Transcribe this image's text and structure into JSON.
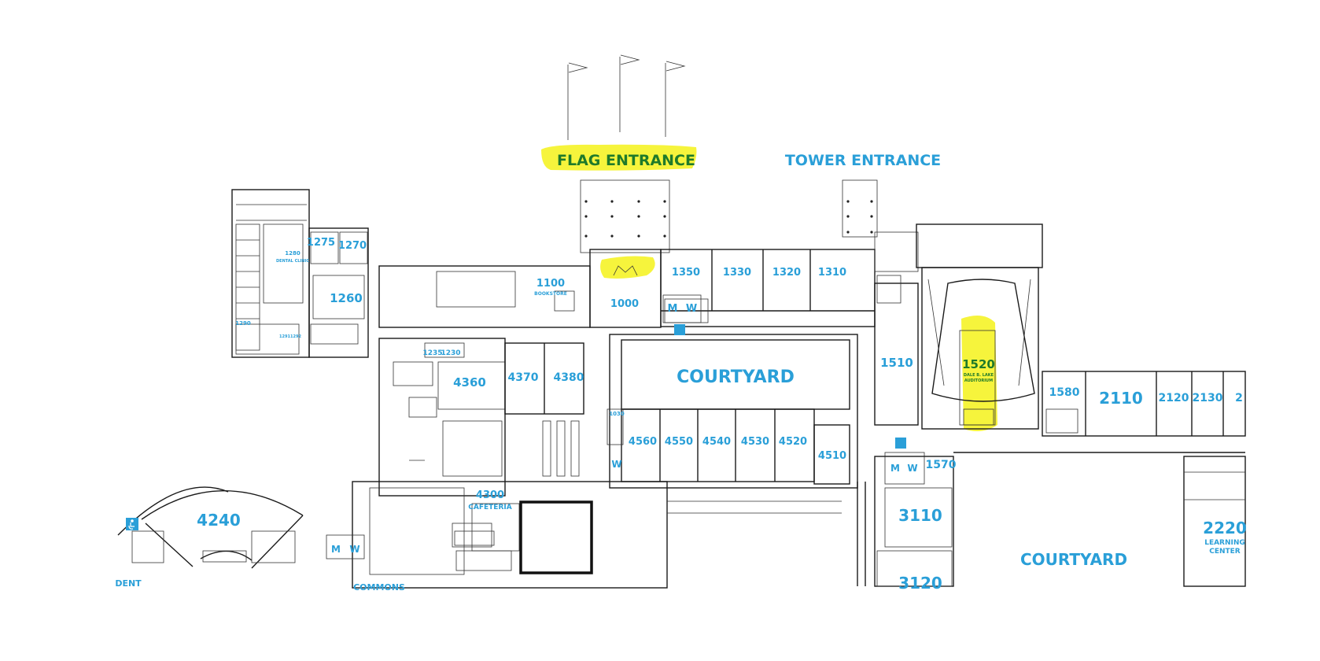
{
  "entrances": {
    "flag": "FLAG ENTRANCE",
    "tower": "TOWER ENTRANCE"
  },
  "courtyards": {
    "north": "COURTYARD",
    "south": "COURTYARD"
  },
  "rooms": {
    "r1275": "1275",
    "r1270": "1270",
    "r1280": "1280",
    "r1280_sub": "DENTAL CLINIC",
    "r1260": "1260",
    "r1290": "1290",
    "r1291": "1291",
    "r1292": "1292",
    "r1100": "1100",
    "r1100_sub": "BOOKSTORE",
    "r1000": "1000",
    "r1350": "1350",
    "r1330": "1330",
    "r1320": "1320",
    "r1310": "1310",
    "r1235": "1235",
    "r1230": "1230",
    "r4360": "4360",
    "r4370": "4370",
    "r4380": "4380",
    "r1030": "1030",
    "r4560": "4560",
    "r4550": "4550",
    "r4540": "4540",
    "r4530": "4530",
    "r4520": "4520",
    "r4510": "4510",
    "r1510": "1510",
    "r1520": "1520",
    "r1520_sub1": "DALE B. LAKE",
    "r1520_sub2": "AUDITORIUM",
    "r1580": "1580",
    "r2110": "2110",
    "r2120": "2120",
    "r2130": "2130",
    "r2140": "2",
    "r1570": "1570",
    "r3110": "3110",
    "r3120": "3120",
    "r4240": "4240",
    "r4300": "4300",
    "r4300_sub": "CAFETERIA",
    "r2220": "2220",
    "r2220_sub1": "LEARNING",
    "r2220_sub2": "CENTER",
    "student": "DENT",
    "commons": "COMMONS"
  },
  "restrooms": {
    "men": "M",
    "women": "W"
  },
  "colors": {
    "label": "#2a9fd8",
    "highlight": "#f4f21a",
    "highlight_text": "#1f7a2a",
    "walls": "#1a1a1a"
  }
}
